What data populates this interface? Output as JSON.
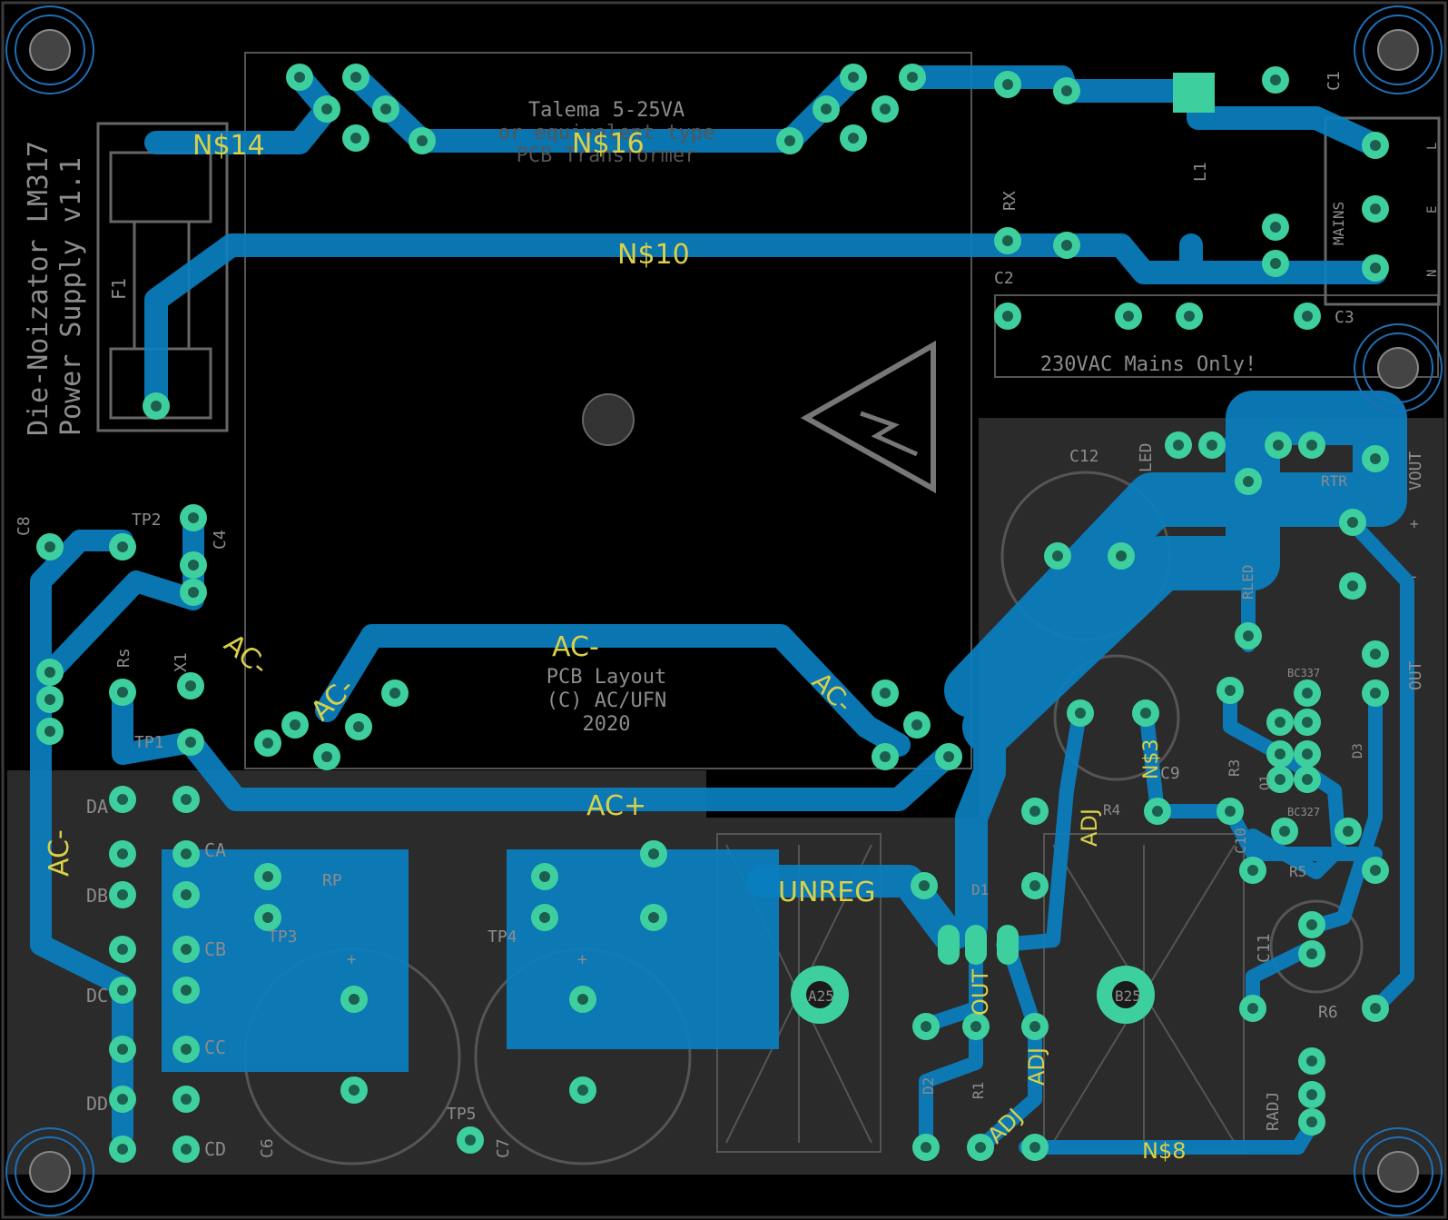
{
  "colors": {
    "background": "#000000",
    "board_outline": "#3a3a3a",
    "silkscreen": "#8c8c8c",
    "copper_trace": "#0a7fc0",
    "pad": "#3ecf9f",
    "pad_dark": "#1d5f4f",
    "net_label": "#d9d04a",
    "mount_hole_ring": "#1f6fb5"
  },
  "board": {
    "title_line1": "Die-Noizator LM317",
    "title_line2": "Power Supply v1.1"
  },
  "transformer": {
    "line1": "Talema 5-25VA",
    "line2": "or equivalent type",
    "line3": "PCB Transformer"
  },
  "credits": {
    "line1": "PCB Layout",
    "line2": "(C) AC/UFN",
    "line3": "2020"
  },
  "mains_warning": "230VAC Mains Only!",
  "nets": {
    "n14": "N$14",
    "n16": "N$16",
    "n10": "N$10",
    "ac_minus_top": "AC-",
    "ac_minus_diag1": "AC-",
    "ac_minus_diag2": "AC-",
    "ac_minus_diag3": "AC-",
    "ac_minus_left": "AC-",
    "ac_plus": "AC+",
    "unreg": "UNREG",
    "adj1": "ADJ",
    "adj2": "ADJ",
    "adj3": "ADJ",
    "n3": "N$3",
    "n8": "N$8",
    "out": "OUT"
  },
  "components": {
    "f1": "F1",
    "c8": "C8",
    "c4": "C4",
    "tp2": "TP2",
    "rs": "Rs",
    "x1": "X1",
    "tp1": "TP1",
    "da": "DA",
    "db": "DB",
    "dc": "DC",
    "dd": "DD",
    "ca": "CA",
    "cb": "CB",
    "cc": "CC",
    "cd": "CD",
    "tp3": "TP3",
    "tp4": "TP4",
    "tp5": "TP5",
    "rp": "RP",
    "c6": "C6",
    "c7": "C7",
    "a25": "A25",
    "b25": "B25",
    "c1": "C1",
    "c2": "C2",
    "c3": "C3",
    "rx": "RX",
    "l1": "L1",
    "mains": "MAINS",
    "c12": "C12",
    "led": "LED",
    "rtr": "RTR",
    "rled": "RLED",
    "vout": "VOUT",
    "out": "OUT",
    "c9": "C9",
    "r4": "R4",
    "r3": "R3",
    "c10": "C10",
    "q1": "Q1",
    "bc337": "BC337",
    "bc327": "BC327",
    "r5": "R5",
    "c11": "C11",
    "r6": "R6",
    "radj": "RADJ",
    "d1": "D1",
    "d2": "D2",
    "r1": "R1",
    "d3": "D3",
    "pin_l": "L",
    "pin_e": "E",
    "pin_n": "N",
    "plus": "+",
    "minus": "-",
    "mount_plus": "+",
    "u_plus": "+"
  }
}
